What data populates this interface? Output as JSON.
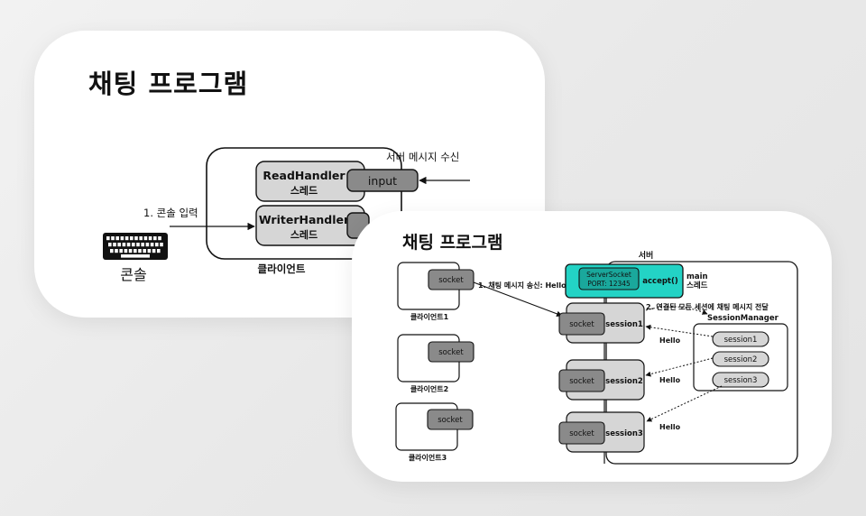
{
  "slide1": {
    "title": "채팅 프로그램",
    "server_msg_label": "서버 메시지 수신",
    "console_input_label": "1. 콘솔 입력",
    "read_handler": {
      "name": "ReadHandler",
      "sub": "스레드"
    },
    "input_label": "input",
    "writer_handler": {
      "name": "WriterHandler",
      "sub": "스레드"
    },
    "client_label": "클라이언트",
    "console_label": "콘솔"
  },
  "slide2": {
    "title": "채팅 프로그램",
    "server_label": "서버",
    "server_socket": {
      "name": "ServerSocket",
      "port": "PORT: 12345"
    },
    "accept_label": "accept()",
    "main_thread": {
      "line1": "main",
      "line2": "스레드"
    },
    "step1_label": "1. 채팅 메시지 송신: Hello",
    "step2_label": "2. 연결된 모든 세션에 채팅 메시지 전달",
    "session_manager_label": "SessionManager",
    "socket_label": "socket",
    "clients": [
      "클라이언트1",
      "클라이언트2",
      "클라이언트3"
    ],
    "sessions": [
      "session1",
      "session2",
      "session3"
    ],
    "manager_sessions": [
      "session1",
      "session2",
      "session3"
    ],
    "hello_label": "Hello"
  },
  "colors": {
    "accent_teal": "#23d3c5",
    "box_gray": "#d6d6d6",
    "socket_gray": "#8a8a8a",
    "text": "#111111"
  }
}
